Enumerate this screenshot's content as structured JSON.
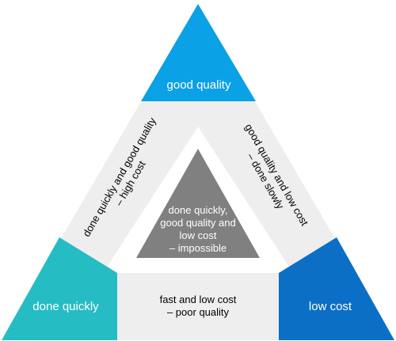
{
  "corners": {
    "top": {
      "label": "good quality",
      "color": "#0aa1e6"
    },
    "left": {
      "label": "done quickly",
      "color": "#26bcc3"
    },
    "right": {
      "label": "low cost",
      "color": "#0c6fc6"
    }
  },
  "edges": {
    "left": {
      "lines": [
        "done quickly and good quality",
        "– high cost"
      ]
    },
    "right": {
      "lines": [
        "good quality and low cost",
        "– done slowly"
      ]
    },
    "bottom": {
      "lines": [
        "fast and low cost",
        "– poor quality"
      ]
    }
  },
  "center": {
    "lines": [
      "done quickly,",
      "good quality and",
      "low cost",
      "– impossible"
    ],
    "color": "#808080"
  },
  "band_color": "#eeeeee"
}
